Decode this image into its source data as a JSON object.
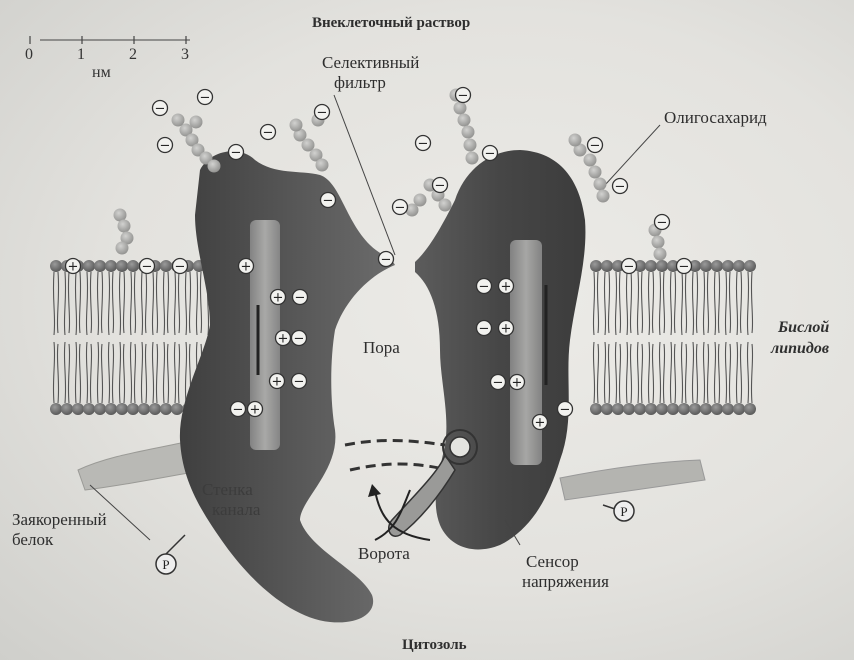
{
  "labels": {
    "extracellular": "Внеклеточный раствор",
    "cytosol": "Цитозоль",
    "selective_filter_line1": "Селективный",
    "selective_filter_line2": "фильтр",
    "oligosaccharide": "Олигосахарид",
    "lipid_bilayer_line1": "Бислой",
    "lipid_bilayer_line2": "липидов",
    "pore": "Пора",
    "gate": "Ворота",
    "voltage_sensor_line1": "Сенсор",
    "voltage_sensor_line2": "напряжения",
    "anchored_protein_line1": "Заякоренный",
    "anchored_protein_line2": "белок",
    "channel_wall_line1": "Стенка",
    "channel_wall_line2": "канала"
  },
  "scale_bar": {
    "ticks": [
      "0",
      "1",
      "2",
      "3"
    ],
    "unit": "нм"
  },
  "symbols": {
    "phosphate": "P",
    "plus": "+",
    "minus": "−"
  },
  "colors": {
    "protein": "#4a4a4a",
    "lipid_head": "#6e6e6e",
    "sugar": "#a9a9a9",
    "background": "#e6e5e1"
  }
}
